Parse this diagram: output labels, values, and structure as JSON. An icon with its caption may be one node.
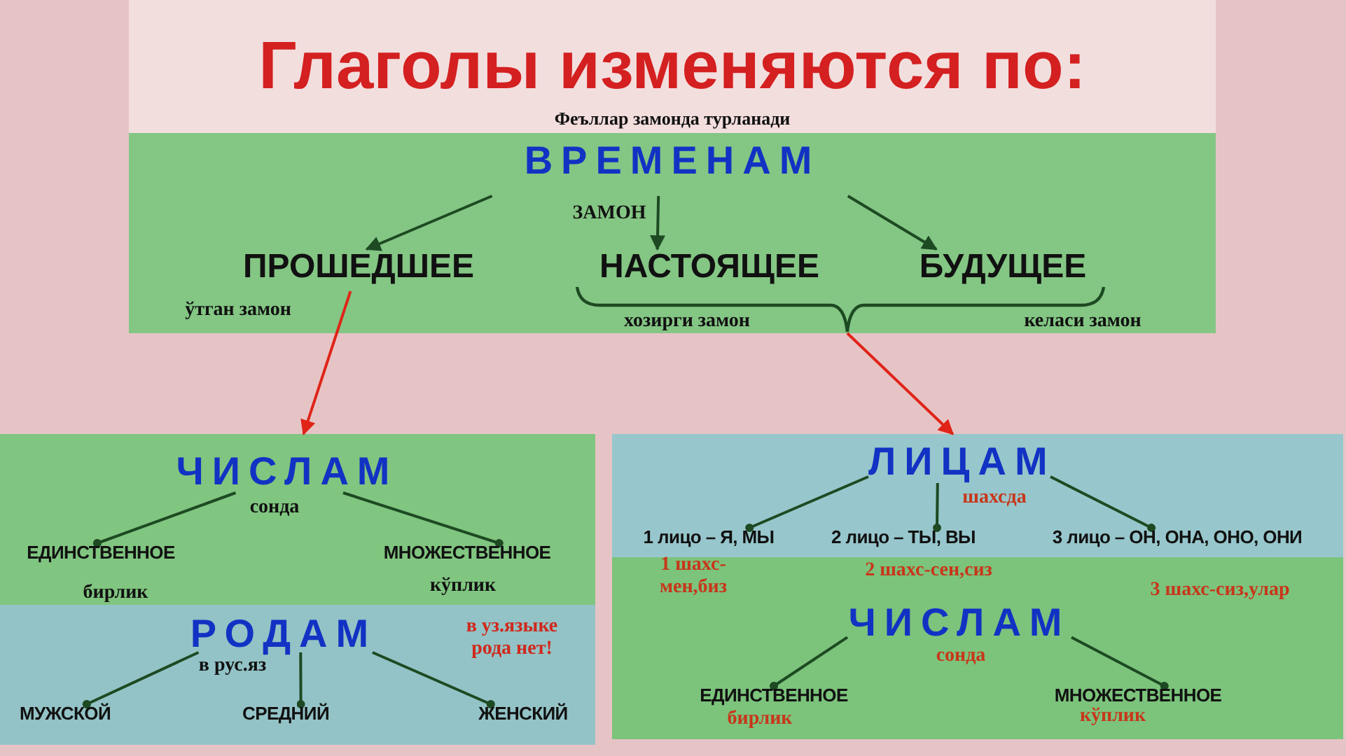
{
  "diagram": {
    "title": "Глаголы изменяются по:",
    "nodes": [
      {
        "text": [
          "ВРЕМЕНАМ"
        ],
        "beside": [
          "ЗАМОН"
        ]
      },
      {
        "text": [
          "ПРОШЕДШЕЕ"
        ],
        "beside": [
          "ўтган замон"
        ]
      },
      {
        "text": [
          "НАСТОЯЩЕЕ"
        ]
      },
      {
        "text": [
          "БУДУЩЕЕ"
        ]
      },
      {
        "text": [],
        "shape": "brace"
      },
      {
        "text": [],
        "shape": "box"
      },
      {
        "text": [
          "ЧИСЛАМ"
        ],
        "in": 5,
        "beside": [
          "сонда"
        ]
      },
      {
        "text": [
          "ЕДИНСТВЕННОЕ"
        ],
        "in": 5,
        "beside": [
          "бирлик"
        ]
      },
      {
        "text": [
          "МНОЖЕСТВЕННОЕ"
        ],
        "in": 5,
        "beside": [
          "кўплик"
        ]
      },
      {
        "text": [
          "РОДАМ"
        ],
        "in": 5,
        "beside": [
          "в рус.яз"
        ]
      },
      {
        "text": [
          "МУЖСКОЙ"
        ],
        "in": 5
      },
      {
        "text": [
          "СРЕДНИЙ"
        ],
        "in": 5
      },
      {
        "text": [
          "ЖЕНСКИЙ"
        ],
        "in": 5
      },
      {
        "text": [],
        "shape": "box"
      },
      {
        "text": [
          "ЛИЦАМ"
        ],
        "in": 13,
        "beside": [
          "шахсда"
        ]
      },
      {
        "text": [
          "1 лицо – Я, МЫ"
        ],
        "in": 13,
        "beside": [
          "1 шахс- мен,биз"
        ]
      },
      {
        "text": [
          "2 лицо – ТЫ, ВЫ"
        ],
        "in": 13,
        "beside": [
          "2 шахс-сен,сиз"
        ]
      },
      {
        "text": [
          "3 лицо – ОН, ОНА, ОНО, ОНИ"
        ],
        "in": 13,
        "beside": [
          "3 шахс-сиз,улар"
        ]
      },
      {
        "text": [
          "ЧИСЛАМ"
        ],
        "in": 13,
        "beside": [
          "сонда"
        ]
      },
      {
        "text": [
          "ЕДИНСТВЕННОЕ"
        ],
        "in": 13,
        "beside": [
          "бирлик"
        ]
      },
      {
        "text": [
          "МНОЖЕСТВЕННОЕ"
        ],
        "in": 13,
        "beside": [
          "кўплик"
        ]
      }
    ],
    "edges": [
      {
        "from": 0,
        "to": 1,
        "arrow": "to"
      },
      {
        "from": 0,
        "to": 2,
        "arrow": "to"
      },
      {
        "from": 0,
        "to": 3,
        "arrow": "to"
      },
      {
        "from": 1,
        "to": 5,
        "arrow": "to",
        "color": "#e02418"
      },
      {
        "from": 4,
        "to": 13,
        "arrow": "to",
        "color": "#e02418"
      },
      {
        "from": 6,
        "to": 7,
        "arrow": "other"
      },
      {
        "from": 6,
        "to": 8,
        "arrow": "other"
      },
      {
        "from": 9,
        "to": 10,
        "arrow": "other"
      },
      {
        "from": 9,
        "to": 11,
        "arrow": "other"
      },
      {
        "from": 9,
        "to": 12,
        "arrow": "other"
      },
      {
        "from": 14,
        "to": 15,
        "arrow": "other"
      },
      {
        "from": 14,
        "to": 16,
        "arrow": "other"
      },
      {
        "from": 14,
        "to": 17,
        "arrow": "other"
      },
      {
        "from": 18,
        "to": 19,
        "arrow": "other"
      },
      {
        "from": 18,
        "to": 20,
        "arrow": "other"
      }
    ],
    "labels": [
      "Феъллар замонда турланади",
      "хозирги замон",
      "келаси замон",
      "в уз.языке рода нет!"
    ]
  }
}
